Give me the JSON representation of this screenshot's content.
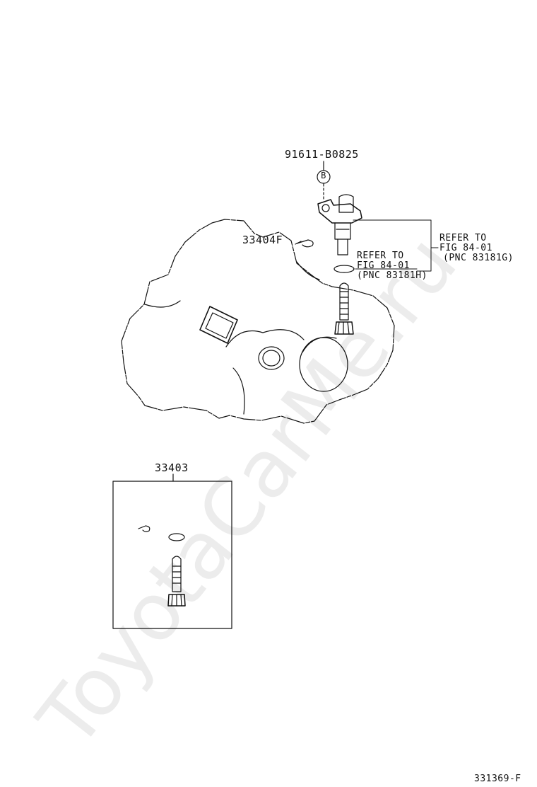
{
  "parts": {
    "bolt": "91611-B0825",
    "bolt_marker": "B",
    "oring_clip": "33404F",
    "kit": "33403"
  },
  "notes": {
    "sensor": {
      "line1": "REFER TO",
      "line2": "FIG 84-01",
      "line3": "(PNC 83181G)"
    },
    "oring": {
      "line1": "REFER TO",
      "line2": "FIG 84-01",
      "line3": "(PNC 83181H)"
    }
  },
  "figure_id": "331369-F",
  "watermark": "ToyotaCarMe.ru",
  "colors": {
    "line": "#111111",
    "watermark": "#c8c8c8"
  }
}
